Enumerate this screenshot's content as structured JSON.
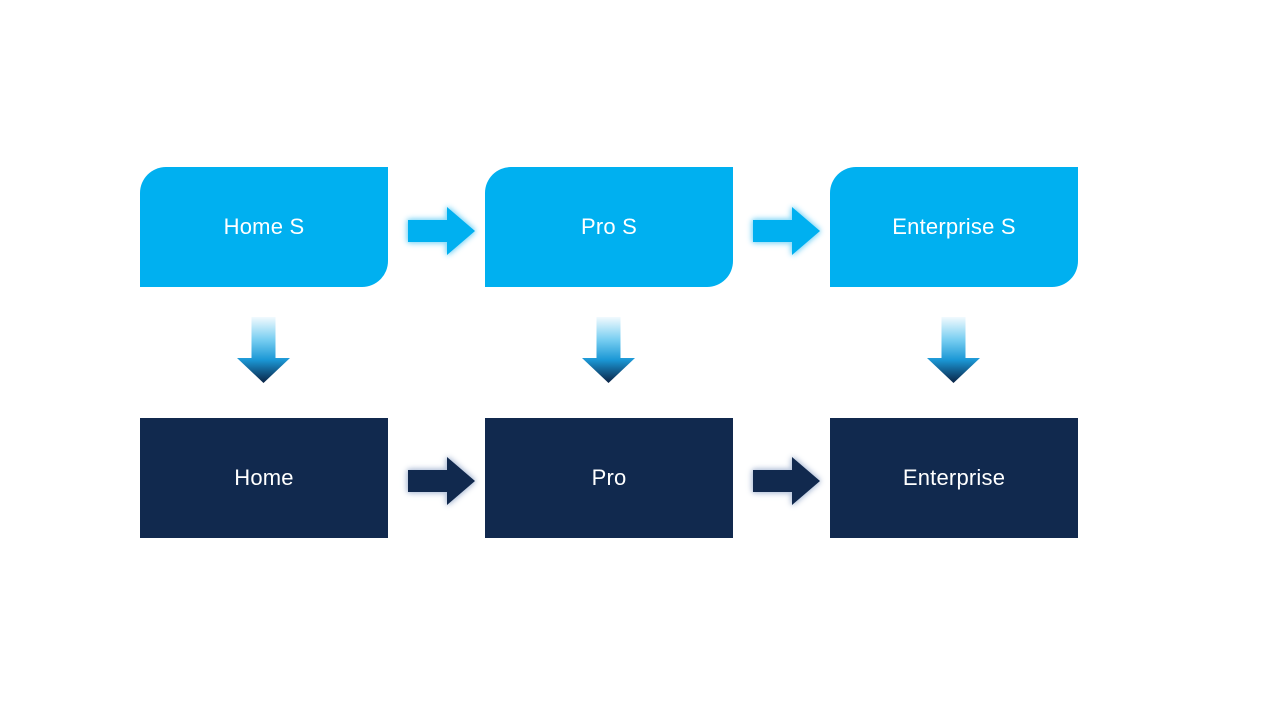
{
  "page": {
    "background": "#ffffff"
  },
  "colors": {
    "light_blue": "#00B0F0",
    "navy": "#11294E",
    "label_text": "#FFFFFF",
    "light_arrow_glow": "#8FDBF8",
    "dark_arrow_glow": "#B9C6DC",
    "v_arrow_g0": "#F2FAFE",
    "v_arrow_g1": "#76CDF1",
    "v_arrow_g2": "#1B97D5",
    "v_arrow_g3": "#0A2244"
  },
  "diagram": {
    "top_row": [
      {
        "label": "Home S"
      },
      {
        "label": "Pro S"
      },
      {
        "label": "Enterprise S"
      }
    ],
    "bottom_row": [
      {
        "label": "Home"
      },
      {
        "label": "Pro"
      },
      {
        "label": "Enterprise"
      }
    ],
    "edges": [
      {
        "from": "Home S",
        "to": "Pro S",
        "direction": "right"
      },
      {
        "from": "Pro S",
        "to": "Enterprise S",
        "direction": "right"
      },
      {
        "from": "Home",
        "to": "Pro",
        "direction": "right"
      },
      {
        "from": "Pro",
        "to": "Enterprise",
        "direction": "right"
      },
      {
        "from": "Home S",
        "to": "Home",
        "direction": "down"
      },
      {
        "from": "Pro S",
        "to": "Pro",
        "direction": "down"
      },
      {
        "from": "Enterprise S",
        "to": "Enterprise",
        "direction": "down"
      }
    ]
  }
}
